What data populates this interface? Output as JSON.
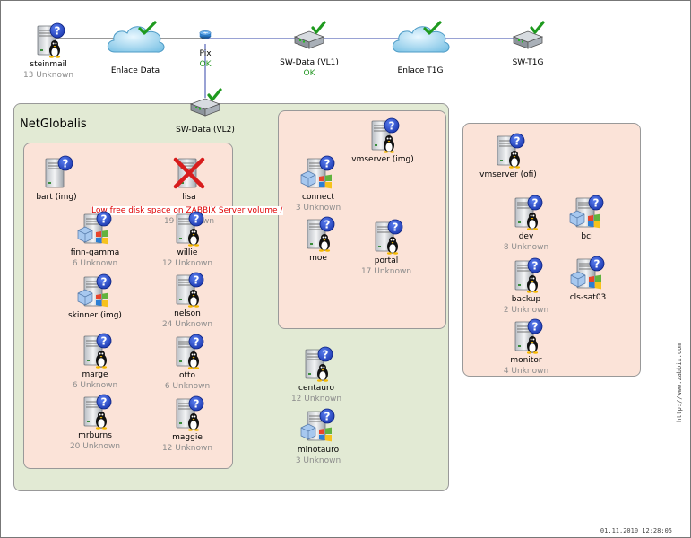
{
  "map": {
    "timestamp": "01.11.2010 12:28:05",
    "footer_url": "http://www.zabbix.com"
  },
  "areas": {
    "netglobalis_title": "NetGlobalis"
  },
  "problem": {
    "text": "Low free disk space on ZABBIX Server volume /"
  },
  "colors": {
    "ok": "#2a9a2a",
    "problem": "#e00000",
    "unknown": "#8c8c8c",
    "link": "#3344aa",
    "green_area": "#e2ead4",
    "pink_area": "#fbe3d8"
  },
  "nodes": {
    "steinmail": {
      "label": "steinmail",
      "status": "13 Unknown",
      "icon": "linux-server-unknown-icon"
    },
    "enlace_data": {
      "label": "Enlace Data",
      "icon": "cloud-ok-icon"
    },
    "pix": {
      "label": "Pix",
      "ok": "OK",
      "icon": "router-icon"
    },
    "sw_data_vl1": {
      "label": "SW-Data (VL1)",
      "ok": "OK",
      "icon": "switch-ok-icon"
    },
    "enlace_t1g": {
      "label": "Enlace T1G",
      "icon": "cloud-ok-icon"
    },
    "sw_t1g": {
      "label": "SW-T1G",
      "icon": "switch-ok-icon"
    },
    "sw_data_vl2": {
      "label": "SW-Data (VL2)",
      "icon": "switch-ok-icon"
    },
    "bart": {
      "label": "bart (img)",
      "icon": "server-unknown-icon"
    },
    "lisa": {
      "label": "lisa",
      "status": "19 Unknown",
      "icon": "server-problem-icon"
    },
    "finn_gamma": {
      "label": "finn-gamma",
      "status": "6 Unknown",
      "icon": "windows-server-unknown-icon"
    },
    "willie": {
      "label": "willie",
      "status": "12 Unknown",
      "icon": "linux-server-unknown-icon"
    },
    "skinner": {
      "label": "skinner (img)",
      "icon": "windows-server-unknown-icon"
    },
    "nelson": {
      "label": "nelson",
      "status": "24 Unknown",
      "icon": "linux-server-unknown-icon"
    },
    "marge": {
      "label": "marge",
      "status": "6 Unknown",
      "icon": "linux-server-unknown-icon"
    },
    "otto": {
      "label": "otto",
      "status": "6 Unknown",
      "icon": "linux-server-unknown-icon"
    },
    "mrburns": {
      "label": "mrburns",
      "status": "20 Unknown",
      "icon": "linux-server-unknown-icon"
    },
    "maggie": {
      "label": "maggie",
      "status": "12 Unknown",
      "icon": "linux-server-unknown-icon"
    },
    "vmserver_img": {
      "label": "vmserver (img)",
      "icon": "linux-server-unknown-icon"
    },
    "connect": {
      "label": "connect",
      "status": "3 Unknown",
      "icon": "windows-server-unknown-icon"
    },
    "moe": {
      "label": "moe",
      "icon": "linux-server-unknown-icon"
    },
    "portal": {
      "label": "portal",
      "status": "17 Unknown",
      "icon": "linux-server-unknown-icon"
    },
    "centauro": {
      "label": "centauro",
      "status": "12 Unknown",
      "icon": "linux-server-unknown-icon"
    },
    "minotauro": {
      "label": "minotauro",
      "status": "3 Unknown",
      "icon": "windows-server-unknown-icon"
    },
    "vmserver_ofi": {
      "label": "vmserver (ofi)",
      "icon": "linux-server-unknown-icon"
    },
    "dev": {
      "label": "dev",
      "status": "8 Unknown",
      "icon": "linux-server-unknown-icon"
    },
    "bci": {
      "label": "bci",
      "icon": "windows-server-unknown-icon"
    },
    "backup": {
      "label": "backup",
      "status": "2 Unknown",
      "icon": "linux-server-unknown-icon"
    },
    "cls_sat03": {
      "label": "cls-sat03",
      "icon": "windows-server-unknown-icon"
    },
    "monitor": {
      "label": "monitor",
      "status": "4 Unknown",
      "icon": "linux-server-unknown-icon"
    }
  }
}
